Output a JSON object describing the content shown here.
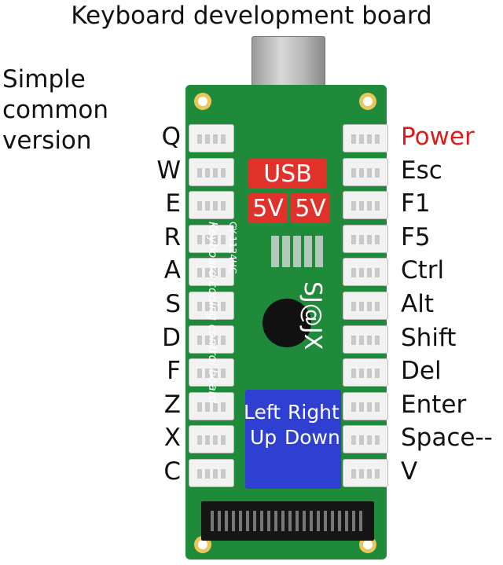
{
  "title": "Keyboard development board",
  "subtitle": "Simple\ncommon\nversion",
  "left_labels": [
    "Q",
    "W",
    "E",
    "R",
    "A",
    "S",
    "D",
    "F",
    "Z",
    "X",
    "C"
  ],
  "right_labels": [
    "Power",
    "Esc",
    "F1",
    "F5",
    "Ctrl",
    "Alt",
    "Shift",
    "Del",
    "Enter",
    "Space--",
    "V"
  ],
  "board": {
    "usb_label": "USB",
    "v5_left": "5V",
    "v5_right": "5V",
    "model": "CY-1124HC",
    "silk": "Keyboard coding control board",
    "brand": "SJ@JX",
    "dir_left": "Left",
    "dir_right": "Right",
    "dir_up": "Up",
    "dir_down": "Down"
  },
  "colors": {
    "power": "#d81e1e",
    "pcb": "#1f8a3a",
    "chip": "#e0312b",
    "blue": "#2f3fd1"
  }
}
